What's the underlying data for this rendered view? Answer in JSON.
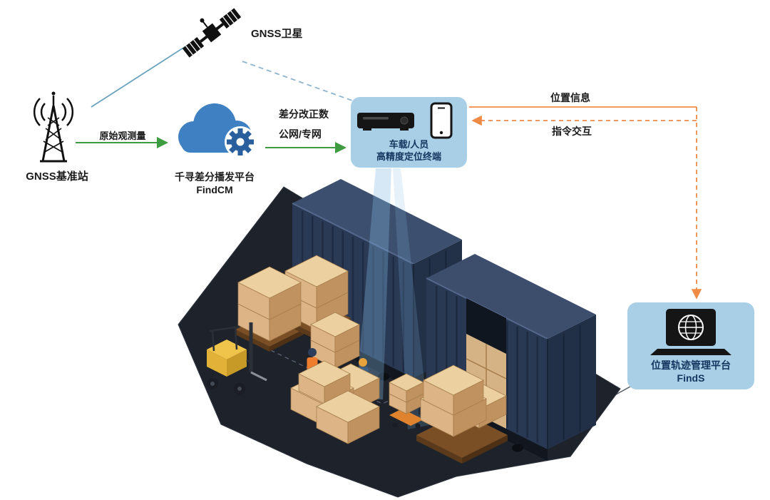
{
  "diagram": {
    "satellite": {
      "label": "GNSS卫星"
    },
    "base_station": {
      "label": "GNSS基准站"
    },
    "raw_observation_arrow": {
      "label": "原始观测量"
    },
    "cloud_platform": {
      "name": "千寻差分播发平台",
      "product": "FindCM"
    },
    "correction_arrow": {
      "line1": "差分改正数",
      "line2": "公网/专网"
    },
    "terminal": {
      "line1": "车载/人员",
      "line2": "高精度定位终端"
    },
    "position_flow": {
      "label": "位置信息"
    },
    "command_flow": {
      "label": "指令交互"
    },
    "management_platform": {
      "name": "位置轨迹管理平台",
      "product": "FindS"
    }
  },
  "icons": {
    "satellite": "satellite-icon",
    "base_station": "radio-tower-icon",
    "cloud": "cloud-gear-icon",
    "terminal_devices": "vehicle-terminal-and-phone-icon",
    "management": "laptop-globe-icon"
  },
  "colors": {
    "bubble_blue": "#a9cfe7",
    "text_navy": "#14365e",
    "arrow_green": "#3f9b3f",
    "arrow_orange": "#ef8b45",
    "cloud_blue": "#3e80c2",
    "gear_blue": "#2a5f9e",
    "link_teal": "#6aa3bd",
    "link_dashed_blue": "#8fb4cf",
    "container_navy": "#2a3a55",
    "floor_dark": "#1e232b",
    "carton_tan": "#dcb486"
  }
}
